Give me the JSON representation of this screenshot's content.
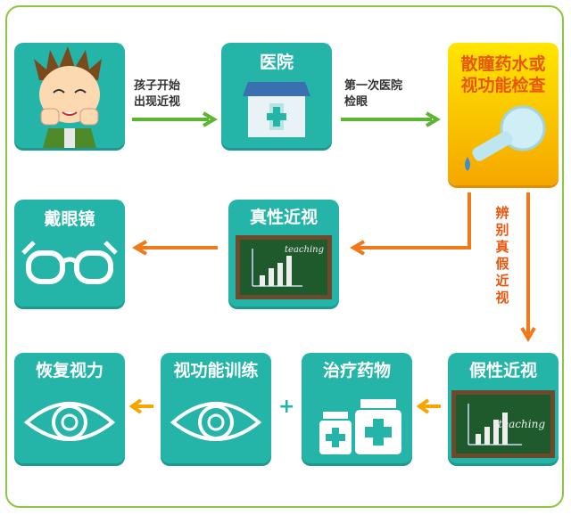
{
  "nodes": {
    "child": "",
    "hospital": "医院",
    "drops": [
      "散瞳药水或",
      "视功能检查"
    ],
    "glasses": "戴眼镜",
    "true_myopia": "真性近视",
    "recover": "恢复视力",
    "training": "视功能训练",
    "medicine": "治疗药物",
    "pseudo_myopia": "假性近视"
  },
  "edges": {
    "child_to_hospital": [
      "孩子开始",
      "出现近视"
    ],
    "hospital_to_exam": [
      "第一次医院",
      "检眼"
    ],
    "distinguish": "辨别真假近视"
  },
  "board_text": "teaching",
  "plus_sign": "+",
  "colors": {
    "frame": "#8cc63f",
    "teal": "#25b5a8",
    "gold": "#f5a700",
    "green_arrow": "#5cb531",
    "orange_arrow": "#f07a1a"
  }
}
